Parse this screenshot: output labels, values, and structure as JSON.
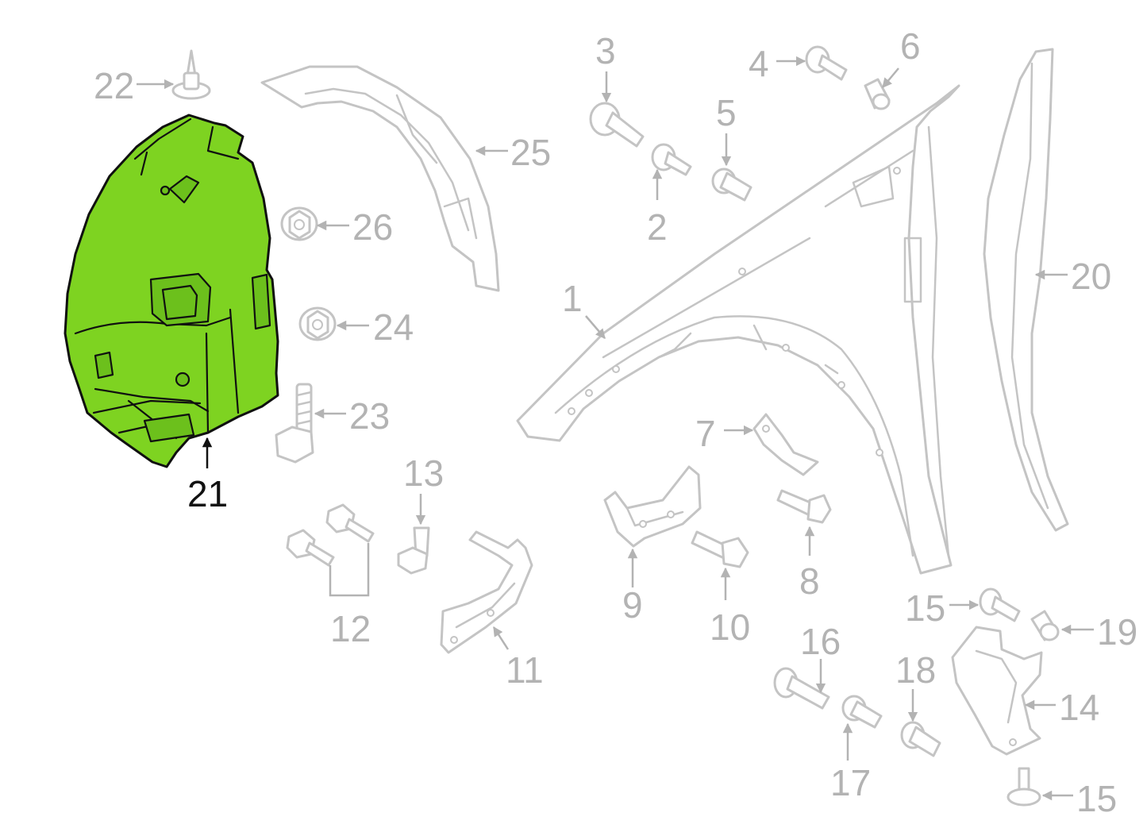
{
  "diagram": {
    "highlight_color": "#7ed321",
    "callouts": [
      {
        "id": "c1",
        "text": "1"
      },
      {
        "id": "c2",
        "text": "2"
      },
      {
        "id": "c3",
        "text": "3"
      },
      {
        "id": "c4",
        "text": "4"
      },
      {
        "id": "c5",
        "text": "5"
      },
      {
        "id": "c6",
        "text": "6"
      },
      {
        "id": "c7",
        "text": "7"
      },
      {
        "id": "c8",
        "text": "8"
      },
      {
        "id": "c9",
        "text": "9"
      },
      {
        "id": "c10",
        "text": "10"
      },
      {
        "id": "c11",
        "text": "11"
      },
      {
        "id": "c12",
        "text": "12"
      },
      {
        "id": "c13",
        "text": "13"
      },
      {
        "id": "c14",
        "text": "14"
      },
      {
        "id": "c15a",
        "text": "15"
      },
      {
        "id": "c15b",
        "text": "15"
      },
      {
        "id": "c16",
        "text": "16"
      },
      {
        "id": "c17",
        "text": "17"
      },
      {
        "id": "c18",
        "text": "18"
      },
      {
        "id": "c19",
        "text": "19"
      },
      {
        "id": "c20",
        "text": "20"
      },
      {
        "id": "c21",
        "text": "21",
        "highlighted": true
      },
      {
        "id": "c22",
        "text": "22"
      },
      {
        "id": "c23",
        "text": "23"
      },
      {
        "id": "c24",
        "text": "24"
      },
      {
        "id": "c25",
        "text": "25"
      },
      {
        "id": "c26",
        "text": "26"
      }
    ]
  }
}
